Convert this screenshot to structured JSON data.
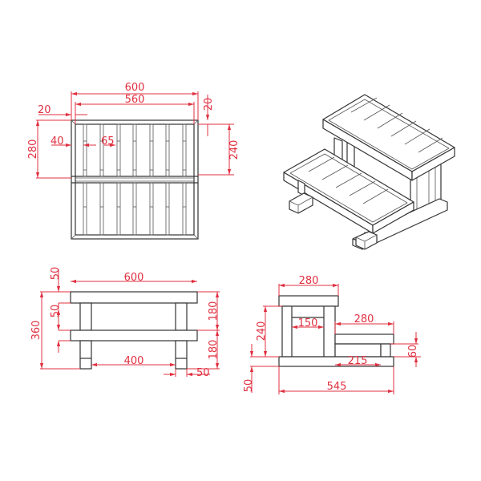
{
  "colors": {
    "dimension": "#e03040",
    "object": "#333333",
    "background": "#ffffff"
  },
  "views": {
    "top": {
      "labels": {
        "overall_width": "600",
        "inner_width": "560",
        "frame_left": "20",
        "frame_top": "20",
        "step_depth": "280",
        "slat_gap": "40",
        "slat_pitch": "65",
        "inner_depth": "240"
      }
    },
    "isometric": {
      "description": "Two-step wooden stair, isometric view"
    },
    "front": {
      "labels": {
        "overall_width": "600",
        "top_board": "50",
        "lower_board": "50",
        "total_height": "360",
        "upper_height": "180",
        "lower_height": "180",
        "leg_span": "400",
        "leg_width": "50"
      }
    },
    "side": {
      "labels": {
        "top_depth": "280",
        "upper_leg_height": "240",
        "inner_gap": "150",
        "lower_depth": "280",
        "lower_step_height": "60",
        "lower_inner": "215",
        "base_height": "50",
        "overall_depth": "545"
      }
    }
  }
}
